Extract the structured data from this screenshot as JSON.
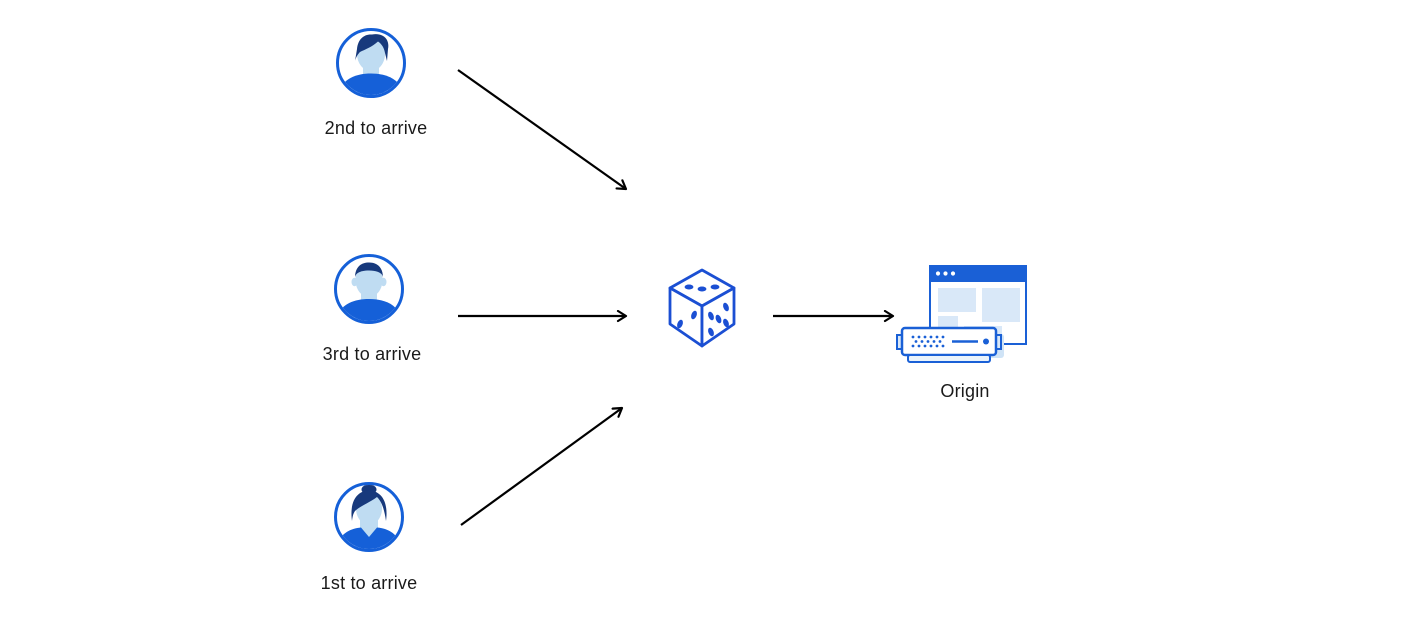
{
  "diagram": {
    "background": "#ffffff",
    "nodes": {
      "second_user": {
        "label": "2nd to arrive",
        "icon": "person-avatar-icon"
      },
      "third_user": {
        "label": "3rd to arrive",
        "icon": "person-avatar-icon"
      },
      "first_user": {
        "label": "1st to arrive",
        "icon": "person-avatar-icon"
      },
      "load_balancer": {
        "icon": "dice-icon"
      },
      "origin": {
        "label": "Origin",
        "icon": "origin-server-icon"
      }
    },
    "edges": [
      {
        "from": "second_user",
        "to": "load_balancer"
      },
      {
        "from": "third_user",
        "to": "load_balancer"
      },
      {
        "from": "first_user",
        "to": "load_balancer"
      },
      {
        "from": "load_balancer",
        "to": "origin"
      }
    ],
    "colors": {
      "primary_blue": "#1560d8",
      "dice_blue": "#1b4fd3",
      "hair_navy": "#17397c",
      "skin_light_blue": "#bfdcf2",
      "panel_light_blue": "#d9e8f8",
      "arrow_black": "#000000",
      "label_text": "#1a1a1a"
    }
  }
}
